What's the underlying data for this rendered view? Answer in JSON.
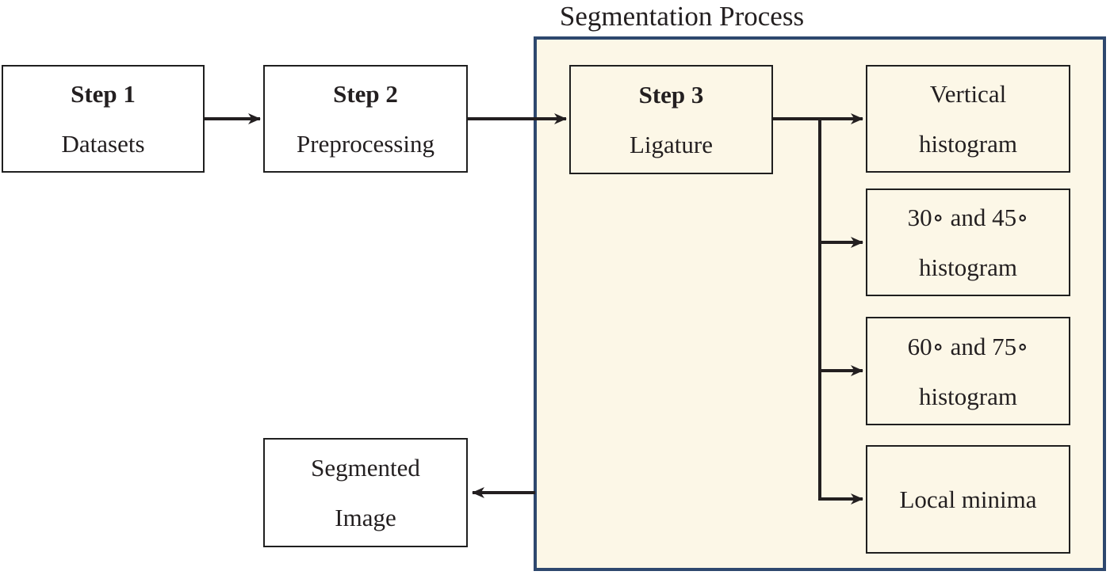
{
  "title": "Segmentation Process",
  "colors": {
    "container_border": "#2e486e",
    "container_fill": "#fcf7e7",
    "box_border": "#1f1f1f",
    "arrow": "#231f20",
    "text": "#231f20"
  },
  "nodes": {
    "step1": {
      "heading": "Step 1",
      "label": "Datasets"
    },
    "step2": {
      "heading": "Step 2",
      "label": "Preprocessing"
    },
    "step3": {
      "heading": "Step 3",
      "label": "Ligature"
    },
    "vertical_histogram": {
      "line1": "Vertical",
      "line2": "histogram"
    },
    "histogram_30_45": {
      "line1": "30∘ and 45∘",
      "line2": "histogram"
    },
    "histogram_60_75": {
      "line1": "60∘ and 75∘",
      "line2": "histogram"
    },
    "local_minima": {
      "label": "Local minima"
    },
    "segmented_image": {
      "line1": "Segmented",
      "line2": "Image"
    }
  },
  "edges": [
    {
      "from": "step1",
      "to": "step2"
    },
    {
      "from": "step2",
      "to": "step3"
    },
    {
      "from": "step3",
      "to": "vertical_histogram"
    },
    {
      "from": "step3",
      "to": "histogram_30_45"
    },
    {
      "from": "step3",
      "to": "histogram_60_75"
    },
    {
      "from": "step3",
      "to": "local_minima"
    },
    {
      "from": "segmentation_process",
      "to": "segmented_image"
    }
  ]
}
